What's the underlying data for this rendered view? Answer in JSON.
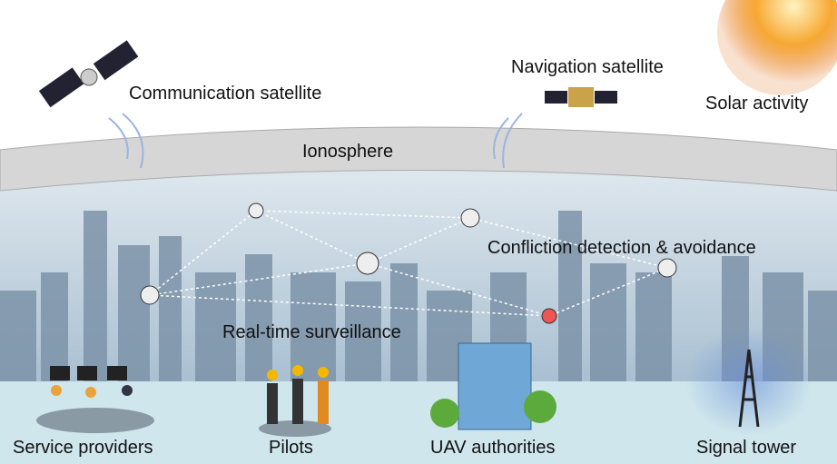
{
  "labels": {
    "communication_satellite": "Communication satellite",
    "navigation_satellite": "Navigation satellite",
    "solar_activity": "Solar activity",
    "ionosphere": "Ionosphere",
    "confliction": "Confliction detection & avoidance",
    "surveillance": "Real-time surveillance",
    "service_providers": "Service providers",
    "pilots": "Pilots",
    "uav_authorities": "UAV authorities",
    "signal_tower": "Signal tower"
  },
  "colors": {
    "sky": "#c9dbe8",
    "ground": "#cfe6ec",
    "ionosphere": "#d6d6d6",
    "sun": "#f08a1c",
    "signal": "#6a8fd8"
  }
}
